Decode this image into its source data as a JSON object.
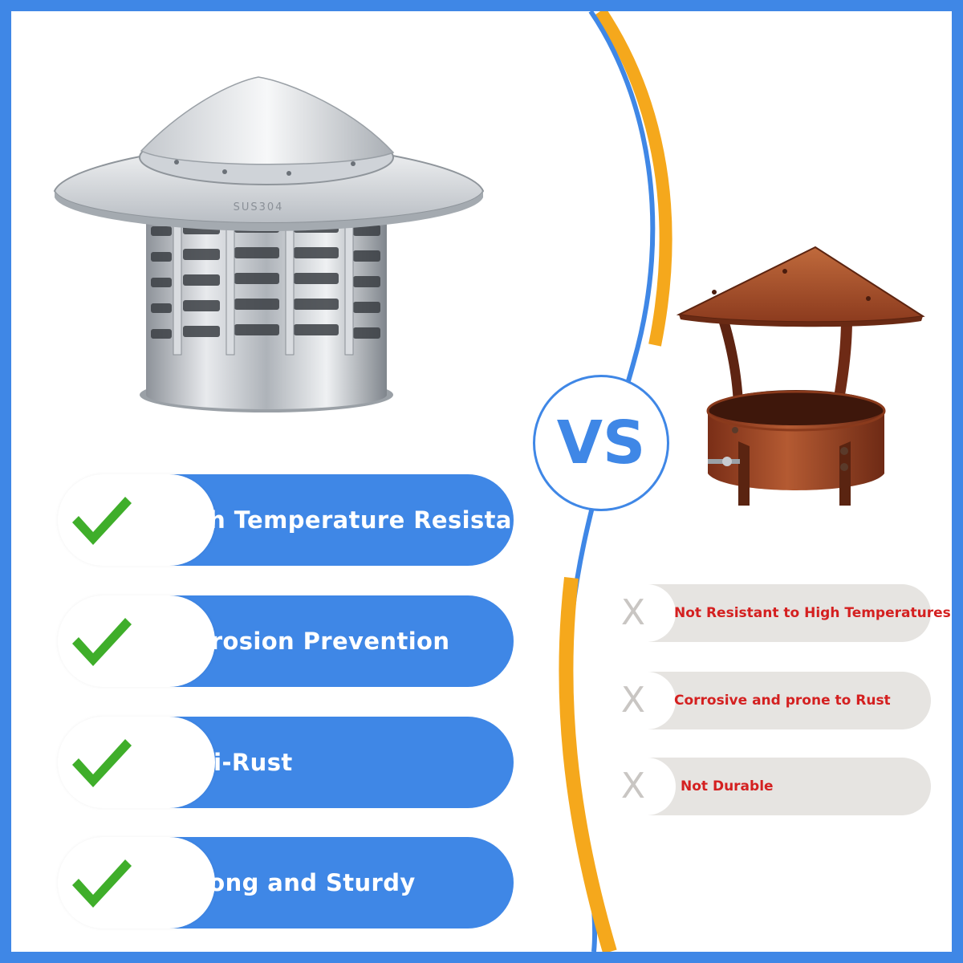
{
  "colors": {
    "accent": "#3f87e6",
    "divider_orange": "#f5a81c",
    "check_green": "#3fae2a",
    "con_pill": "#e6e4e1",
    "con_text": "#d42020",
    "x_mark": "#c9c6c3",
    "rust": "#a8492a"
  },
  "vs_badge": {
    "label": "VS"
  },
  "stainless_cap": {
    "stamp": "SUS304"
  },
  "pros": [
    {
      "label": "High Temperature Resistance",
      "icon": "check-icon"
    },
    {
      "label": "Corrosion Prevention",
      "icon": "check-icon"
    },
    {
      "label": "Anti-Rust",
      "icon": "check-icon"
    },
    {
      "label": "Strong and Sturdy",
      "icon": "check-icon"
    }
  ],
  "cons": [
    {
      "label": "Not Resistant to High Temperatures",
      "icon": "x-icon",
      "mark": "X"
    },
    {
      "label": "Corrosive and prone to Rust",
      "icon": "x-icon",
      "mark": "X"
    },
    {
      "label": "Not Durable",
      "icon": "x-icon",
      "mark": "X"
    }
  ]
}
